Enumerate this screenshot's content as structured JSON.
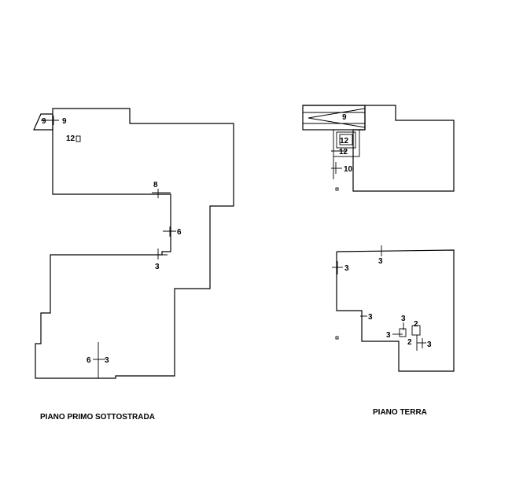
{
  "captions": {
    "left": "PIANO PRIMO SOTTOSTRADA",
    "right": "PIANO TERRA"
  },
  "left_plan": {
    "labels": [
      "9",
      "9",
      "12",
      "8",
      "6",
      "3",
      "6",
      "3"
    ]
  },
  "right_plan_top": {
    "labels": [
      "9",
      "12",
      "12",
      "10"
    ]
  },
  "right_plan_bottom": {
    "labels": [
      "3",
      "3",
      "3",
      "3",
      "2",
      "3",
      "2",
      "3"
    ]
  }
}
